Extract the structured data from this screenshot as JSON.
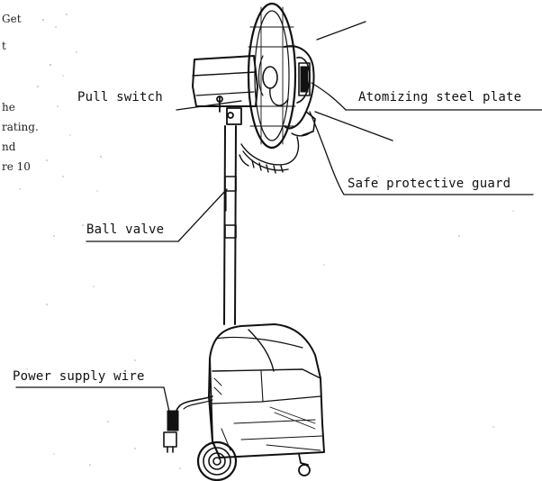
{
  "diagram": {
    "labels": {
      "pull_switch": "Pull switch",
      "atomizing_plate": "Atomizing steel plate",
      "protective_guard": "Safe protective guard",
      "ball_valve": "Ball valve",
      "power_wire": "Power supply wire"
    },
    "margin_fragments": [
      "Get",
      "t",
      "he",
      "rating.",
      "nd",
      "re 10"
    ]
  },
  "colors": {
    "ink": "#111111",
    "paper": "#ffffff"
  }
}
